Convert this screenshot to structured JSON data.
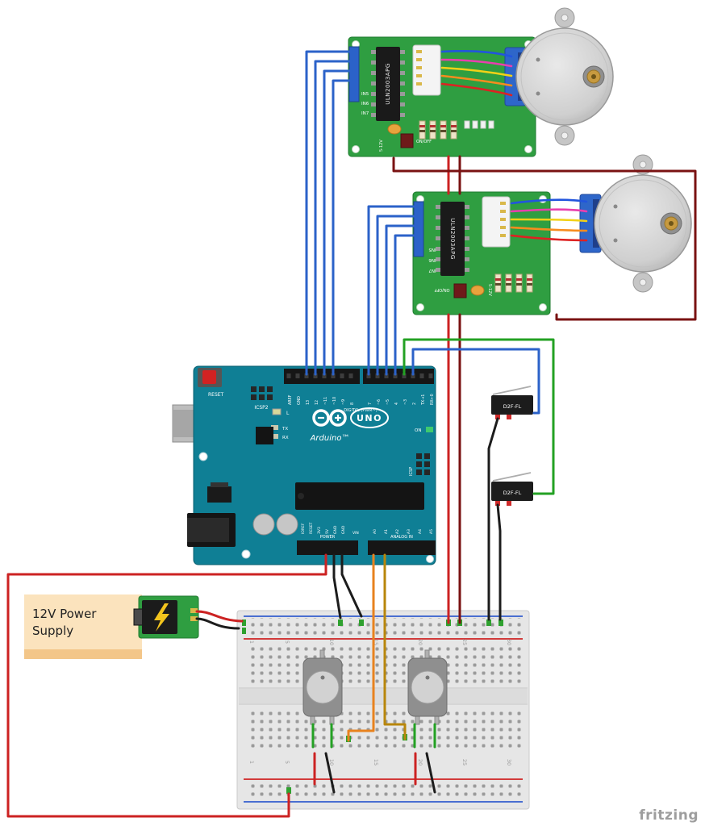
{
  "diagram": {
    "watermark": "fritzing"
  },
  "colors": {
    "arduino_teal": "#0f7f95",
    "pcb_green": "#2f9e41",
    "wire_blue": "#2b62c9",
    "wire_green": "#23a123",
    "wire_red": "#cc2222",
    "wire_dark_red": "#7a1212",
    "wire_black": "#1c1c1c",
    "wire_orange": "#e8821e",
    "wire_olive": "#b8860b",
    "motor_wire_blue": "#2255dd",
    "motor_wire_pink": "#e83fae",
    "motor_wire_yellow": "#f2d117",
    "motor_wire_orange": "#f78c1e",
    "motor_wire_red": "#dd2222"
  },
  "power_supply": {
    "label_line1": "12V Power",
    "label_line2": "Supply"
  },
  "arduino": {
    "brand": "Arduino™",
    "model": "UNO",
    "reset_label": "RESET",
    "icsp2_label": "ICSP2",
    "icsp_label": "ICSP",
    "digital_label": "DIGITAL (PWM~)",
    "power_label": "POWER",
    "analog_label": "ANALOG IN",
    "led_l": "L",
    "led_tx": "TX",
    "led_rx": "RX",
    "led_on": "ON",
    "digital_pins": [
      "AREF",
      "GND",
      "13",
      "12",
      "~11",
      "~10",
      "~9",
      "8",
      "7",
      "~6",
      "~5",
      "4",
      "~3",
      "2",
      "TX→1",
      "RX←0"
    ],
    "power_pins": [
      "IOREF",
      "RESET",
      "3V3",
      "5V",
      "GND",
      "GND",
      "VIN"
    ],
    "analog_pins": [
      "A0",
      "A1",
      "A2",
      "A3",
      "A4",
      "A5"
    ]
  },
  "driver_board": {
    "chip_label": "ULN2003APG",
    "pin_labels": [
      "IN5",
      "IN6",
      "IN7"
    ],
    "jumper_label": "ON/OFF",
    "voltage_label": "5-12V"
  },
  "limit_switch": {
    "label": "D2F-FL"
  },
  "breadboard": {
    "column_numbers": [
      "1",
      "5",
      "10",
      "15",
      "20",
      "25",
      "30"
    ]
  }
}
